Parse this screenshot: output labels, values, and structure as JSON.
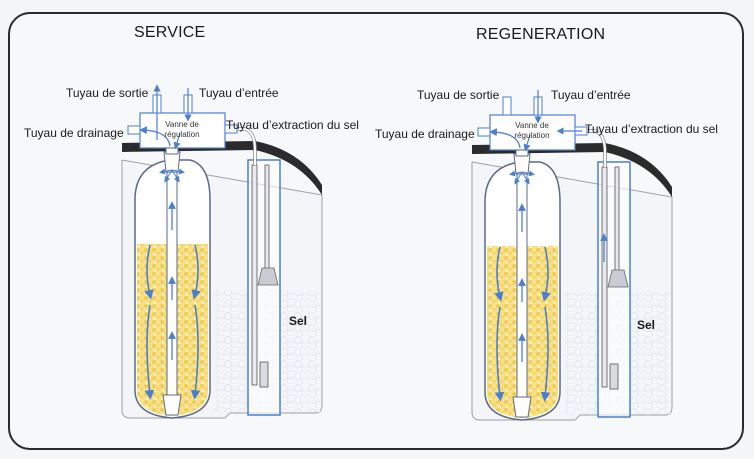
{
  "panels": [
    {
      "id": "service",
      "title": "SERVICE",
      "labels": {
        "outlet": "Tuyau de sortie",
        "inlet": "Tuyau d’entrée",
        "drain": "Tuyau de drainage",
        "brine": "Tuyau d’extraction du sel",
        "valve_line1": "Vanne de",
        "valve_line2": "régulation",
        "salt": "Sel"
      }
    },
    {
      "id": "regeneration",
      "title": "REGENERATION",
      "labels": {
        "outlet": "Tuyau de sortie",
        "inlet": "Tuyau d’entrée",
        "drain": "Tuyau de drainage",
        "brine": "Tuyau d’extraction du sel",
        "valve_line1": "Vanne de",
        "valve_line2": "régulation",
        "salt": "Sel"
      }
    }
  ],
  "colors": {
    "flow": "#4a7fd0",
    "resin": "#f0cf55",
    "lid": "#2b2b2b",
    "outline": "#5b6b86"
  }
}
